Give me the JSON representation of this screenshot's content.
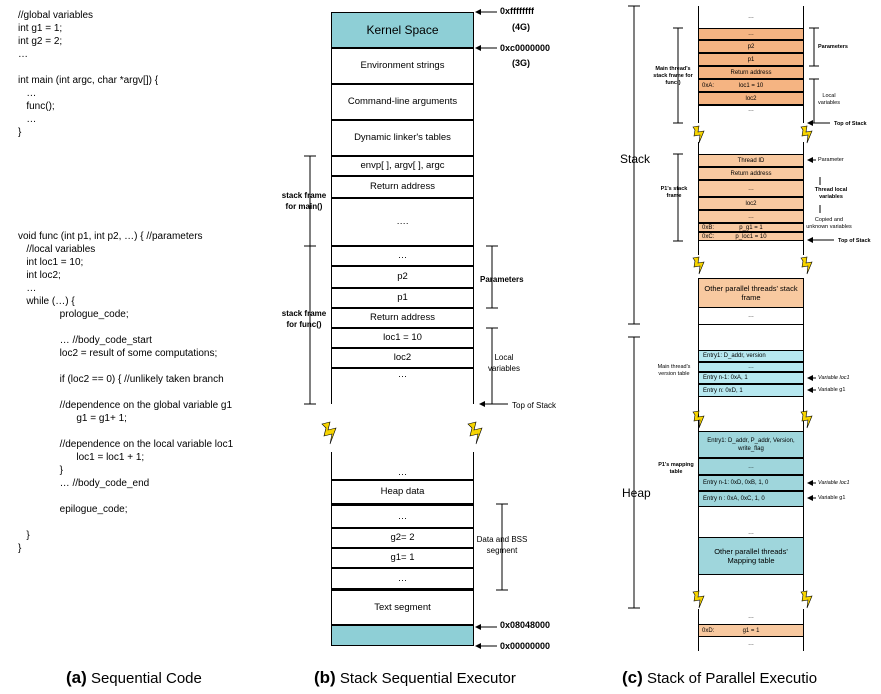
{
  "panel_a": {
    "code_lines": [
      "//global variables",
      "int g1 = 1;",
      "int g2 = 2;",
      "…",
      "",
      "int main (int argc, char *argv[]) {",
      "   …",
      "   func();",
      "   …",
      "}",
      "",
      "",
      "",
      "",
      "",
      "",
      "",
      "void func (int p1, int p2, …) { //parameters",
      "   //local variables",
      "   int loc1 = 10;",
      "   int loc2;",
      "   …",
      "   while (…) {",
      "               prologue_code;",
      "",
      "               … //body_code_start",
      "               loc2 = result of some computations;",
      "",
      "               if (loc2 == 0) { //unlikely taken branch",
      "",
      "               //dependence on the global variable g1",
      "                     g1 = g1+ 1;",
      "",
      "               //dependence on the local variable loc1",
      "                     loc1 = loc1 + 1;",
      "               }",
      "               … //body_code_end",
      "",
      "               epilogue_code;",
      "",
      "   }",
      "}"
    ],
    "caption_letter": "(a)",
    "caption_text": "Sequential Code"
  },
  "panel_b": {
    "kernel": "Kernel Space",
    "env": "Environment strings",
    "cmd": "Command-line arguments",
    "linker": "Dynamic linker's tables",
    "envp": "envp[ ], argv[ ], argc",
    "ret1": "Return address",
    "dots1": "….",
    "dots2": "…",
    "p2": "p2",
    "p1": "p1",
    "ret2": "Return address",
    "loc1": "loc1 = 10",
    "loc2": "loc2",
    "dots3": "…",
    "dots4": "…",
    "heap": "Heap data",
    "dots5": "…",
    "g2": "g2= 2",
    "g1": "g1= 1",
    "dots6": "…",
    "text": "Text segment",
    "addr_4g": "0xffffffff",
    "lbl_4g": "(4G)",
    "addr_3g": "0xc0000000",
    "lbl_3g": "(3G)",
    "addr_text": "0x08048000",
    "addr_zero": "0x00000000",
    "frame_main": "stack frame for main()",
    "frame_func": "stack frame for func()",
    "params": "Parameters",
    "locals": "Local variables",
    "tos": "Top of Stack",
    "bss": "Data and BSS segment",
    "caption_letter": "(b)",
    "caption_text": "Stack Sequential Executor"
  },
  "panel_c": {
    "stack_label": "Stack",
    "heap_label": "Heap",
    "r1_dots": "…",
    "r1_p2": "p2",
    "r1_p1": "p1",
    "r1_ret": "Return address",
    "r1_loc1_addr": "0xA:",
    "r1_loc1": "loc1 = 10",
    "r1_loc2": "loc2",
    "r1_dots2": "…",
    "main_frame": "Main thread's stack frame for func()",
    "params": "Parameters",
    "locals": "Local variables",
    "tos1": "Top of Stack",
    "r2_tid": "Thread ID",
    "r2_ret": "Return address",
    "r2_dots": "…",
    "r2_loc2": "loc2",
    "r2_dots2": "…",
    "r2_b_addr": "0xB:",
    "r2_b": "p_g1 = 1",
    "r2_c_addr": "0xC:",
    "r2_c": "p_loc1 = 10",
    "p1_frame": "P1's stack frame",
    "parameter": "Parameter",
    "thread_locals": "Thread local variables",
    "copied": "Copied and unknown variables",
    "tos2": "Top of Stack",
    "other_stack": "Other parallel threads' stack frame",
    "other_dots": "…",
    "h_entry1": "Entry1: D_addr, version",
    "h_dots": "…",
    "h_entryn1": "Entry n-1: 0xA,     1",
    "h_entryn": "Entry n:    0xD,     1",
    "main_version": "Main thread's version table",
    "var_loc1": "Variable loc1",
    "var_g1": "Variable g1",
    "m_dots0": "…",
    "m_entry1": "Entry1: D_addr, P_addr, Version, write_flag",
    "m_dots": "…",
    "m_entryn1": "Entry n-1: 0xD, 0xB, 1, 0",
    "m_entryn": "Entry n   : 0xA, 0xC, 1, 0",
    "p1_mapping": "P1's mapping table",
    "m_dots2": "…",
    "other_map": "Other parallel threads' Mapping table",
    "bot_dots": "…",
    "bot_addr": "0xD:",
    "bot_g1": "g1 = 1",
    "bot_dots2": "…",
    "top_dots": "…",
    "caption_letter": "(c)",
    "caption_text": "Stack of Parallel Executio"
  },
  "colors": {
    "kernel": "#8ecfd6",
    "orange": "#f5b482",
    "orange2": "#f8c9a0",
    "cyan": "#b7e8f0",
    "teal": "#9fd6dc",
    "lightning": "#f6d400"
  }
}
